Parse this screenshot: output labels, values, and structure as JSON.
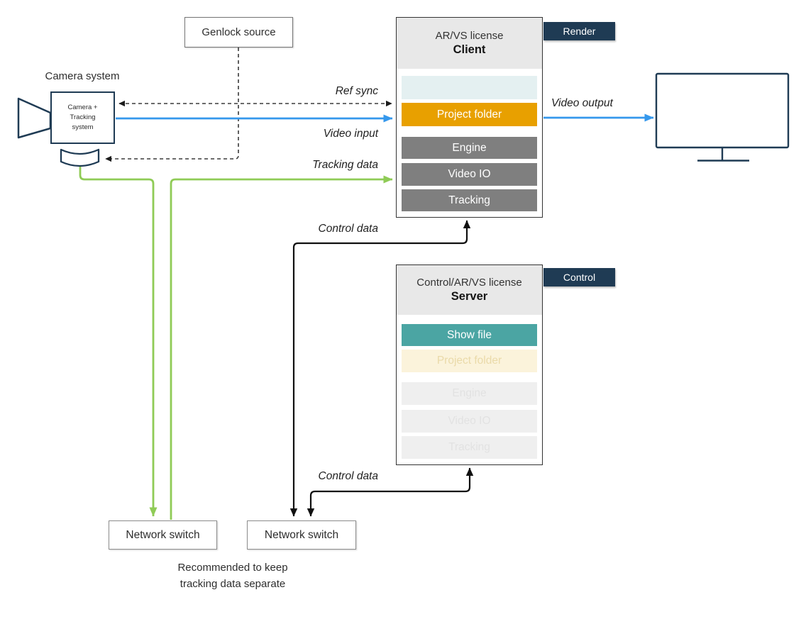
{
  "colors": {
    "blue": "#3598ec",
    "green": "#8fcb56",
    "navy": "#1f3b54",
    "orange": "#e8a000",
    "teal": "#4ba5a3",
    "row_gray": "#7f7f7f",
    "header_gray": "#e8e8e8",
    "pale_teal_row": "#e4f0f1",
    "cream_row": "#fbf3db",
    "faint_row": "#efefef",
    "tag_navy": "#1f3b54"
  },
  "nodes": {
    "genlock": {
      "label": "Genlock source"
    },
    "camera_system": {
      "title": "Camera system",
      "line1": "Camera +",
      "line2": "Tracking",
      "line3": "system"
    },
    "client": {
      "subtitle": "AR/VS license",
      "title": "Client",
      "tag": "Render",
      "rows": [
        {
          "label": ""
        },
        {
          "label": "Project folder"
        },
        {
          "label": "Engine"
        },
        {
          "label": "Video IO"
        },
        {
          "label": "Tracking"
        }
      ]
    },
    "server": {
      "subtitle": "Control/AR/VS license",
      "title": "Server",
      "tag": "Control",
      "rows": [
        {
          "label": "Show file"
        },
        {
          "label": "Project folder"
        },
        {
          "label": "Engine"
        },
        {
          "label": "Video IO"
        },
        {
          "label": "Tracking"
        }
      ]
    },
    "switch_left": {
      "label": "Network switch"
    },
    "switch_right": {
      "label": "Network switch"
    }
  },
  "edges": {
    "ref_sync": "Ref sync",
    "video_input": "Video input",
    "tracking_data": "Tracking data",
    "control_data_client": "Control data",
    "control_data_server": "Control data",
    "video_output": "Video output"
  },
  "note": {
    "line1": "Recommended to keep",
    "line2": "tracking data separate"
  }
}
